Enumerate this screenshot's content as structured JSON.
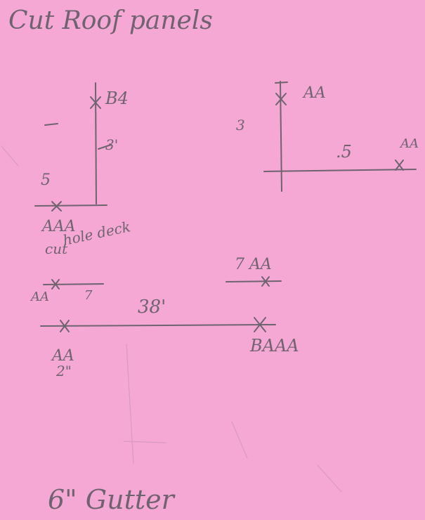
{
  "note": {
    "background_color": "#f5a8d4",
    "ink_color": "#6e6470",
    "title": "Cut Roof panels",
    "footer": "6\" Gutter"
  },
  "sketch": {
    "left_diagram": {
      "top_label": "B4",
      "middle_label": "3'",
      "side_label": "5",
      "bottom_label": "AAA",
      "note_line_1": "cut",
      "note_line_2": "hole deck"
    },
    "right_diagram": {
      "top_label": "AA",
      "side_label": "3",
      "middle_label": ".5",
      "right_label": "AA"
    },
    "bottom_diagram": {
      "small_left_label": "AA",
      "small_left_mark": "7",
      "small_right_label": "7 AA",
      "span_label": "38'",
      "left_label": "AA",
      "left_sublabel": "2\"",
      "right_label": "BAAA"
    }
  }
}
